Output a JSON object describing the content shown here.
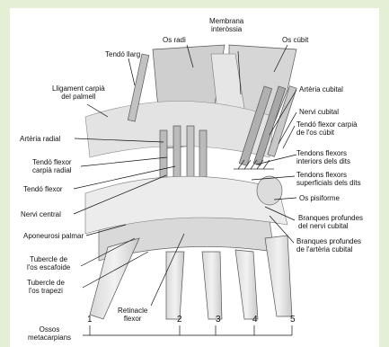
{
  "colors": {
    "border": "#e4efd6",
    "background": "#ffffff",
    "line": "#111111"
  },
  "labels": {
    "os_radi": "Os radi",
    "membrana": [
      "Membrana",
      "interòssia"
    ],
    "os_cubit": "Os cúbit",
    "tendo_llarg": "Tendó llarg",
    "lligament": [
      "Lligament carpià",
      "del palmell"
    ],
    "arteria_cubital": "Artèria cubital",
    "nervi_cubital": "Nervi cubital",
    "tendo_flexor_carpia_cubit": [
      "Tendó flexor carpià",
      "de l'os cúbit"
    ],
    "arteria_radial": "Artèria radial",
    "tendons_flexors_interiors": [
      "Tendons flexors",
      "interiors dels dits"
    ],
    "tendo_flexor_carpia_radial": [
      "Tendó flexor",
      "carpià radial"
    ],
    "tendons_flexors_superficials": [
      "Tendons flexors",
      "superficials dels dits"
    ],
    "tendo_flexor": "Tendó flexor",
    "os_pisiforme": "Os pisiforme",
    "nervi_central": "Nervi central",
    "branques_nervi": [
      "Branques profundes",
      "del nervi cubital"
    ],
    "aponeurosi": "Aponeurosi palmar",
    "branques_arteria": [
      "Branques profundes",
      "de l'artèria cubital"
    ],
    "tubercle_escafoide": [
      "Tubercle de",
      "l'os escafoide"
    ],
    "tubercle_trapezi": [
      "Tubercle de",
      "l'os trapezi"
    ],
    "retinacle": [
      "Retinacle",
      "flexor"
    ],
    "ossos": [
      "Ossos",
      "metacarpians"
    ]
  },
  "numbers": [
    "1",
    "2",
    "3",
    "4",
    "5"
  ]
}
